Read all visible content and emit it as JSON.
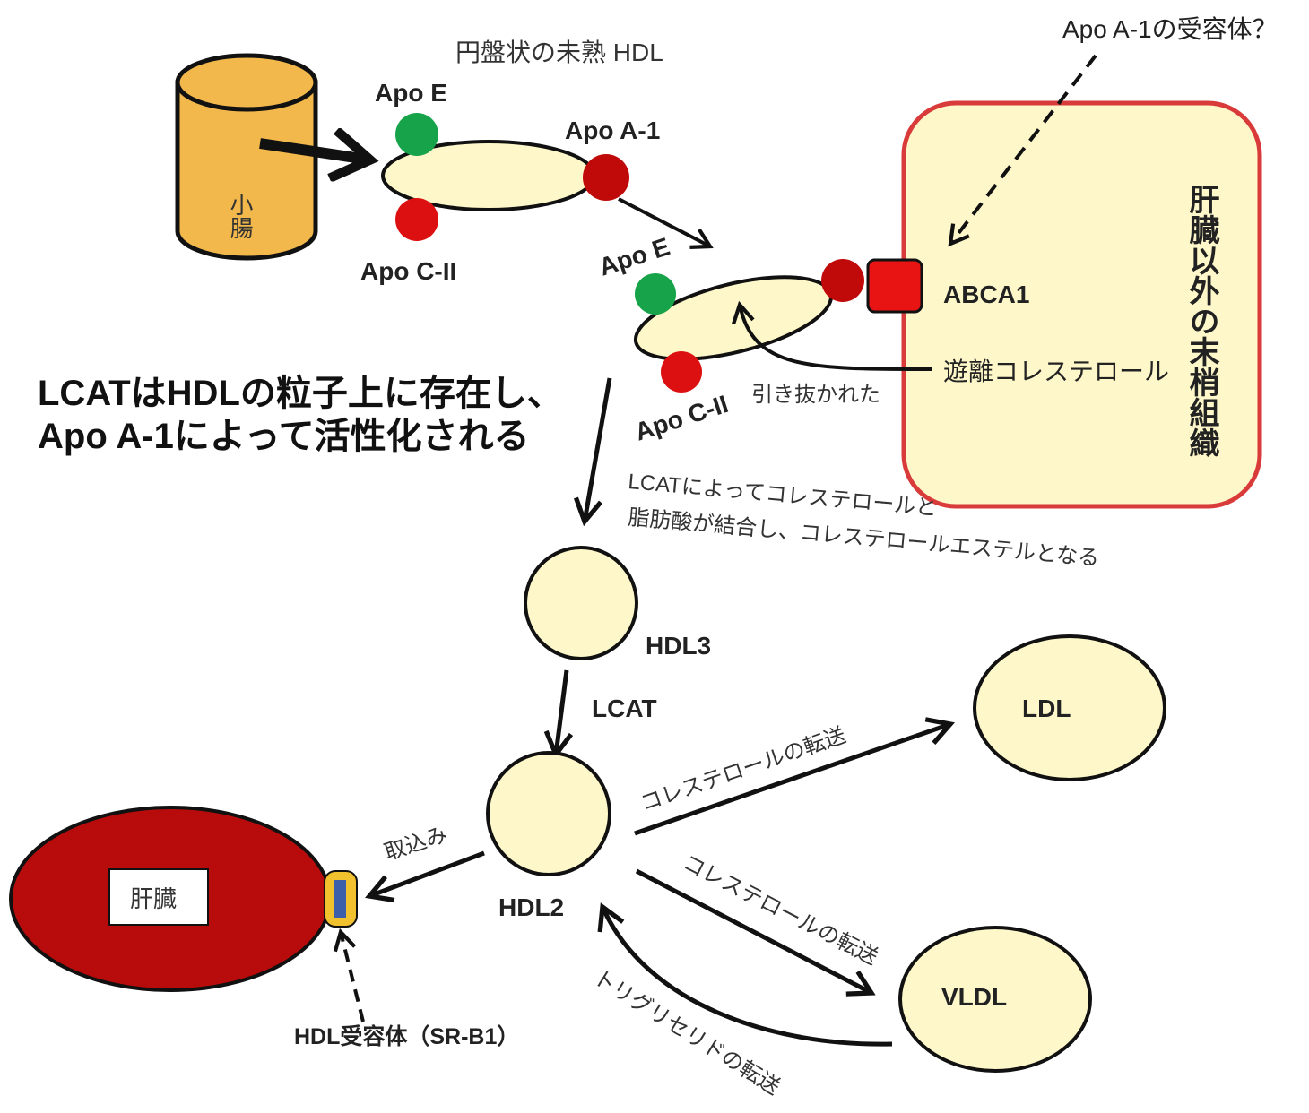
{
  "colors": {
    "intestine_fill": "#f2b84b",
    "particle_fill": "#fdf7c9",
    "apo_e": "#16a34a",
    "apo_red": "#dc1010",
    "apo_dark_red": "#c00a0a",
    "liver_fill": "#b80c0c",
    "tissue_border": "#d93a3a",
    "tissue_fill": "#fdf7c9",
    "receptor_yellow": "#f2c12e",
    "receptor_blue": "#3b5fa8"
  },
  "top": {
    "disc_hdl_label": "円盤状の未熟 HDL",
    "intestine_label": "小腸",
    "apo_e_label": "Apo E",
    "apo_a1_label": "Apo A-1",
    "apo_c2_label": "Apo C-II"
  },
  "mid": {
    "apo_e_label": "Apo E",
    "apo_c2_label": "Apo C-II",
    "extracted_label": "引き抜かれた",
    "abca1_label": "ABCA1",
    "free_chol_label": "遊離コレステロール",
    "receptor_question": "Apo A-1の受容体？",
    "tissue_label": "肝臓以外の末梢組織"
  },
  "lcat_note": {
    "line1": "LCATはHDLの粒子上に存在し、",
    "line2": "Apo A-1によって活性化される"
  },
  "lcat_reaction": {
    "line1": "LCATによってコレステロールと",
    "line2": "脂肪酸が結合し、コレステロールエステルとなる"
  },
  "lower": {
    "hdl3_label": "HDL3",
    "lcat_label": "LCAT",
    "hdl2_label": "HDL2",
    "ldl_label": "LDL",
    "vldl_label": "VLDL",
    "liver_label": "肝臓",
    "uptake_label": "取込み",
    "receptor_label": "HDL受容体（SR-B1）",
    "chol_transfer_ldl": "コレステロールの転送",
    "chol_transfer_vldl": "コレステロールの転送",
    "tg_transfer": "トリグリセリドの転送"
  }
}
